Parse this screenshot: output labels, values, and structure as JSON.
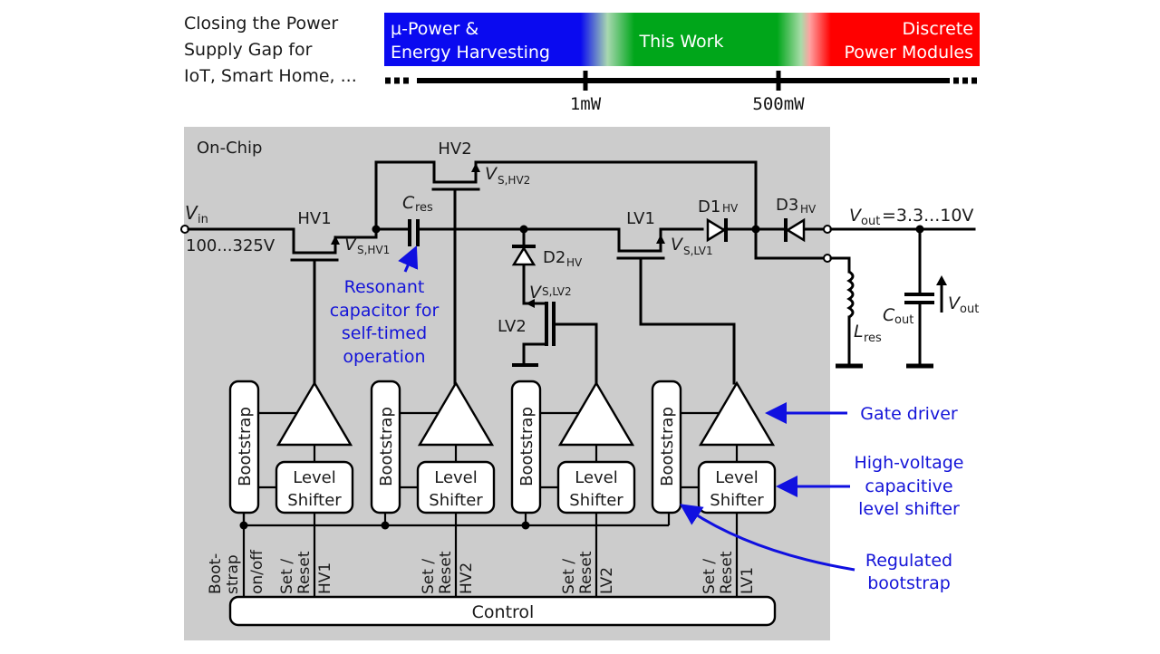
{
  "header": {
    "title_lines": [
      "Closing the Power",
      "Supply Gap for",
      "IoT, Smart Home, ..."
    ],
    "bands": [
      {
        "lines": [
          "µ-Power &",
          "Energy Harvesting"
        ],
        "color": "#0a0af0"
      },
      {
        "lines": [
          "This Work"
        ],
        "color": "#00a61a"
      },
      {
        "lines": [
          "Discrete",
          "Power Modules"
        ],
        "color": "#ff0000"
      }
    ],
    "scale_ticks": [
      "1mW",
      "500mW"
    ]
  },
  "chip": {
    "label": "On-Chip",
    "transistors": {
      "hv1": {
        "name": "HV1",
        "source": "V",
        "source_sub": "S,HV1"
      },
      "hv2": {
        "name": "HV2",
        "source": "V",
        "source_sub": "S,HV2"
      },
      "lv1": {
        "name": "LV1",
        "source": "V",
        "source_sub": "S,LV1"
      },
      "lv2": {
        "name": "LV2",
        "source": "V",
        "source_sub": "S,LV2"
      }
    },
    "capacitor": {
      "name": "C",
      "sub": "res"
    },
    "diodes": {
      "d1": {
        "name": "D1",
        "sub": "HV"
      },
      "d2": {
        "name": "D2",
        "sub": "HV"
      },
      "d3": {
        "name": "D3",
        "sub": "HV"
      }
    },
    "input": {
      "name": "V",
      "sub": "in",
      "range": "100...325V"
    },
    "blocks": {
      "bootstrap": "Bootstrap",
      "level_shifter_line1": "Level",
      "level_shifter_line2": "Shifter",
      "control": "Control"
    },
    "control_signals": {
      "bootstrap": [
        "Boot-",
        "strap"
      ],
      "onoff": "on/off",
      "set_reset": [
        "Set /",
        "Reset"
      ],
      "channels": [
        "HV1",
        "HV2",
        "LV2",
        "LV1"
      ]
    }
  },
  "output": {
    "vout_label": "V",
    "vout_sub": "out",
    "vout_range": "=3.3...10V",
    "inductor": {
      "name": "L",
      "sub": "res"
    },
    "cap": {
      "name": "C",
      "sub": "out"
    },
    "arrow_label": "V",
    "arrow_sub": "out"
  },
  "annotations": {
    "resonant": [
      "Resonant",
      "capacitor for",
      "self-timed",
      "operation"
    ],
    "gate_driver": "Gate driver",
    "level_shifter": [
      "High-voltage",
      "capacitive",
      "level shifter"
    ],
    "bootstrap": [
      "Regulated",
      "bootstrap"
    ],
    "color": "#1414d8"
  }
}
